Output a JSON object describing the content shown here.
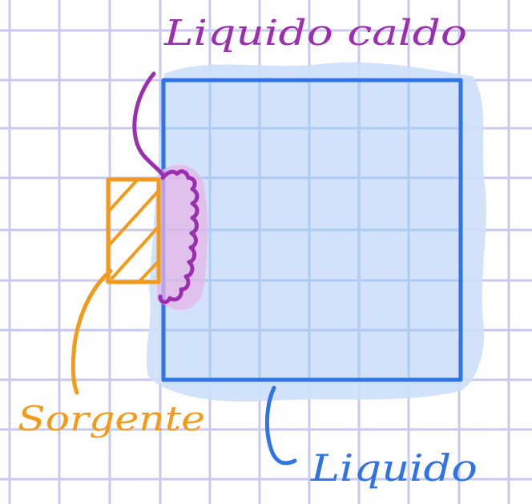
{
  "labels": {
    "hot_liquid": "Liquido caldo",
    "source": "Sorgente",
    "liquid": "Liquido"
  },
  "colors": {
    "paper": "#ffffff",
    "grid": "#c9c9ee",
    "liquid_fill": "#cddffb",
    "liquid_stroke": "#2f74e6",
    "hot_stroke": "#9b2fb0",
    "hot_glow": "#e3b6e6",
    "source_stroke": "#f49a1a"
  }
}
